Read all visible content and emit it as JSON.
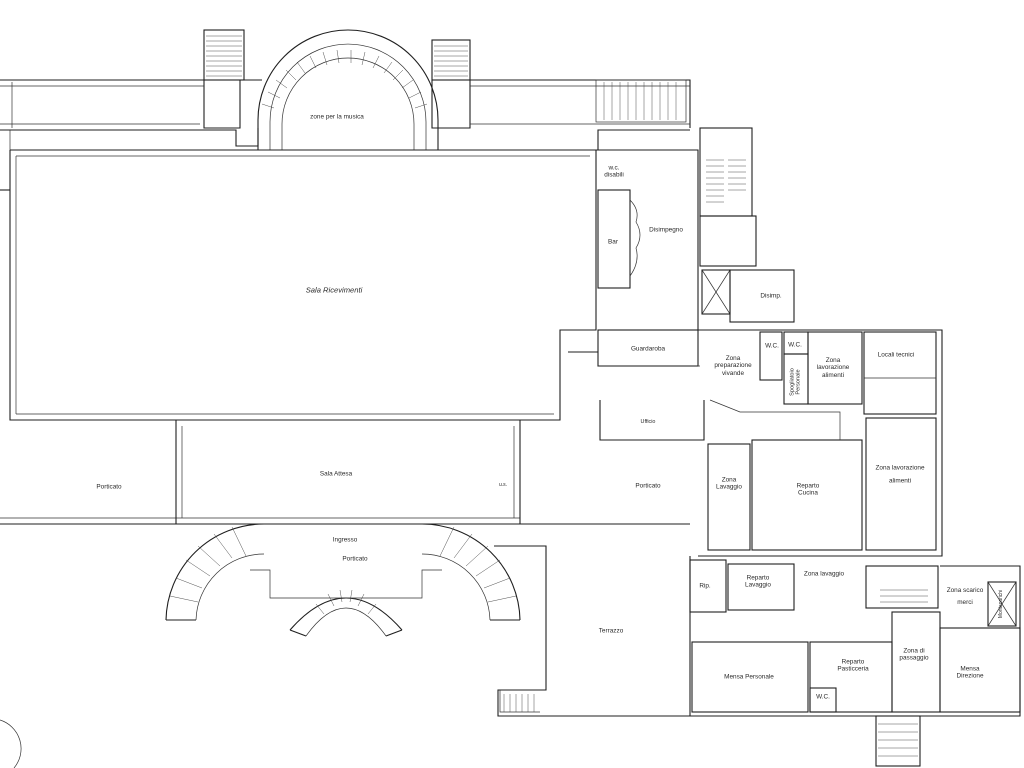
{
  "rooms": {
    "zona_musica": "zone per la musica",
    "sala_ricevimenti": "Sala Ricevimenti",
    "wc_disabili": "w.c.\ndisabili",
    "bar": "Bar",
    "disimpegno": "Disimpegno",
    "disimp": "Disimp.",
    "guardaroba": "Guardaroba",
    "ufficio": "Ufficio",
    "zona_preparazione": "Zona\npreparazione\nvivande",
    "wc1": "W.C.",
    "wc2": "W.C.",
    "spogliatoio": "Spogliatoio\nPersonale",
    "zona_lavorazione_alimenti_1": "Zona\nlavorazione\nalimenti",
    "locali_tecnici": "Locali tecnici",
    "porticato_left": "Porticato",
    "sala_attesa": "Sala Attesa",
    "porticato_right": "Porticato",
    "ingresso": "Ingresso",
    "porticato_center": "Porticato",
    "zona_lavaggio": "Zona\nLavaggio",
    "reparto_cucina": "Reparto\nCucina",
    "zona_lavorazione_alimenti_2": "Zona lavorazione\nalimenti",
    "rip": "Rip.",
    "reparto_lavaggio": "Reparto\nLavaggio",
    "zona_lavaggio_2": "Zona lavaggio",
    "zona_scarico": "Zona scarico\nmerci",
    "montacarichi": "Montacarichi",
    "terrazzo": "Terrazzo",
    "mensa_personale": "Mensa Personale",
    "reparto_pasticceria": "Reparto\nPasticceria",
    "zona_passaggio": "Zona di\npassaggio",
    "mensa_direzione": "Mensa\nDirezione",
    "wc3": "W.C.",
    "us": "u.s."
  }
}
